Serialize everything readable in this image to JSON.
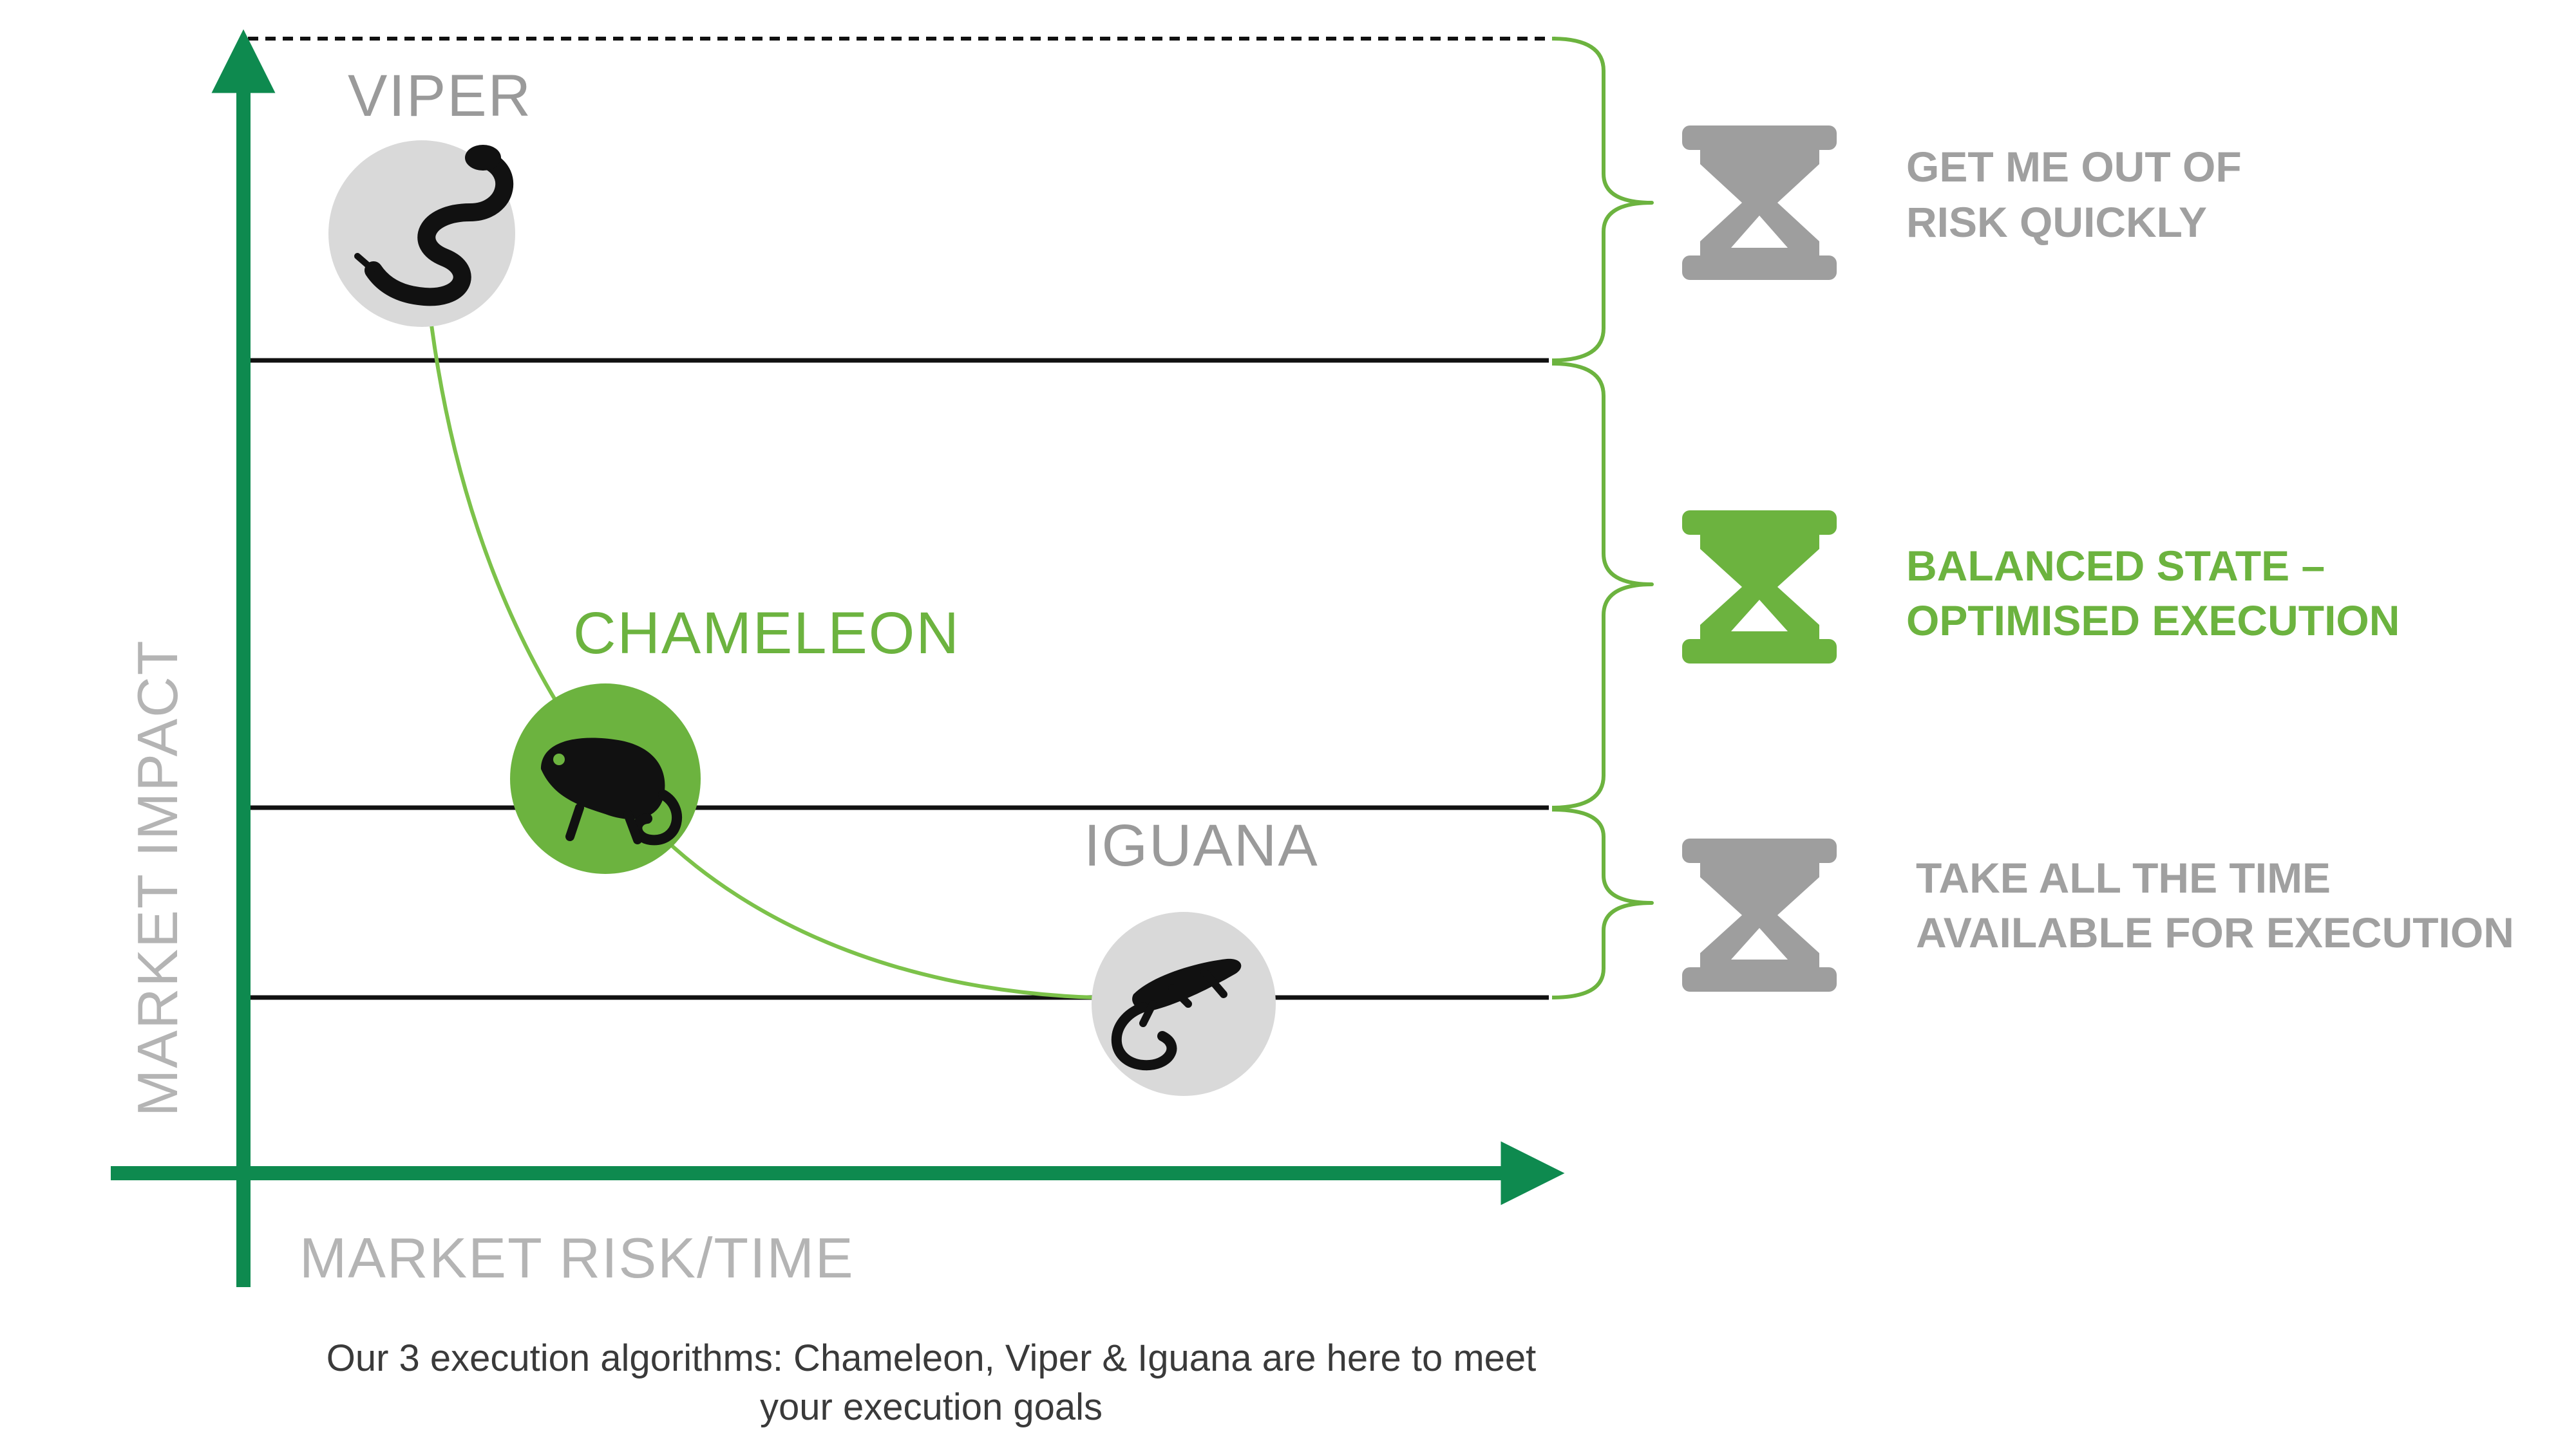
{
  "axes": {
    "y_label": "MARKET IMPACT",
    "x_label": "MARKET RISK/TIME"
  },
  "algorithms": [
    {
      "name": "VIPER",
      "icon": "snake-icon",
      "active": false
    },
    {
      "name": "CHAMELEON",
      "icon": "chameleon-icon",
      "active": true
    },
    {
      "name": "IGUANA",
      "icon": "iguana-icon",
      "active": false
    }
  ],
  "goals": [
    {
      "line1": "GET ME OUT OF",
      "line2": "RISK QUICKLY",
      "icon": "hourglass-icon",
      "active": false
    },
    {
      "line1": "BALANCED STATE –",
      "line2": "OPTIMISED EXECUTION",
      "icon": "hourglass-icon",
      "active": true
    },
    {
      "line1": "TAKE ALL THE TIME",
      "line2": "AVAILABLE FOR EXECUTION",
      "icon": "hourglass-icon",
      "active": false
    }
  ],
  "caption": {
    "line1": "Our 3 execution algorithms: Chameleon, Viper & Iguana are here to meet",
    "line2": "your execution goals"
  },
  "colors": {
    "axis": "#0e8a4f",
    "curve": "#7cc24a",
    "brace": "#6cb33f",
    "active": "#6cb33f",
    "inactive_icon": "#9e9e9e",
    "node_bg": "#d9d9d9",
    "node_bg_active": "#6cb33f"
  }
}
